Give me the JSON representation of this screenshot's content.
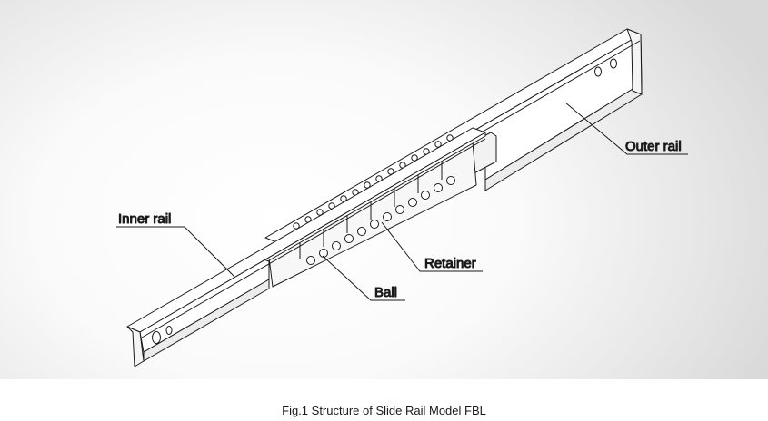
{
  "labels": {
    "outer_rail": "Outer rail",
    "inner_rail": "Inner rail",
    "retainer": "Retainer",
    "ball": "Ball"
  },
  "caption": "Fig.1 Structure of Slide Rail Model FBL",
  "colors": {
    "line": "#1a1a1a",
    "rail_fill": "#ffffff",
    "rail_shade": "#ececec",
    "panel_edge": "#d9d9d9"
  }
}
